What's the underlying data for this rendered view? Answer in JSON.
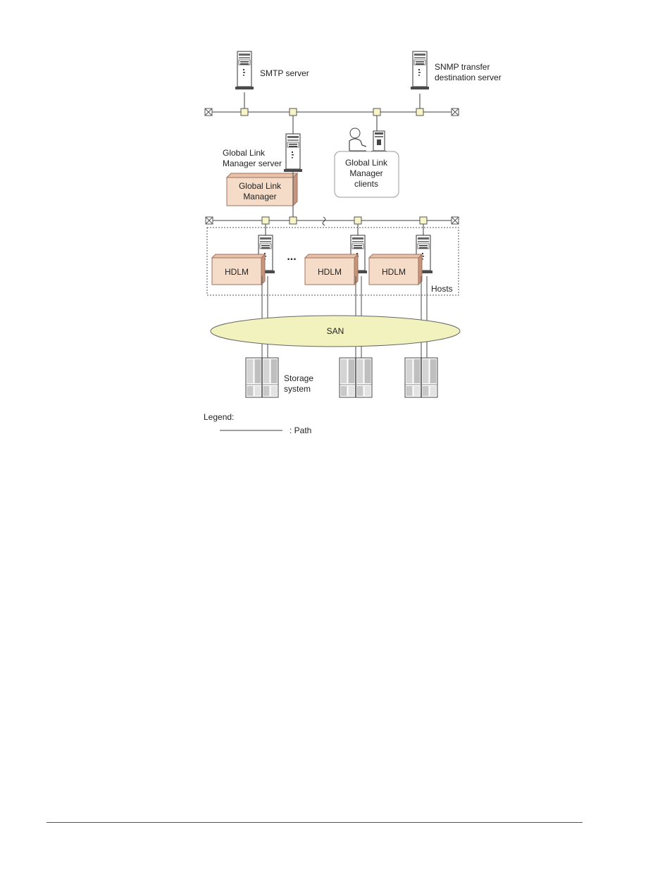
{
  "diagram": {
    "labels": {
      "smtp_server": "SMTP server",
      "snmp_line1": "SNMP transfer",
      "snmp_line2": "destination server",
      "glm_server_line1": "Global Link",
      "glm_server_line2": "Manager server",
      "glm_box_line1": "Global Link",
      "glm_box_line2": "Manager",
      "clients_line1": "Global Link",
      "clients_line2": "Manager",
      "clients_line3": "clients",
      "hdlm": "HDLM",
      "ellipsis": "...",
      "hosts": "Hosts",
      "san": "SAN",
      "storage_line1": "Storage",
      "storage_line2": "system",
      "legend_title": "Legend:",
      "legend_path": ": Path"
    },
    "colors": {
      "software_box": "#f5dcc8",
      "san_ellipse": "#f2f2be",
      "node": "#f7f5c8",
      "line": "#666666"
    },
    "icons": [
      "server-tower-icon",
      "user-icon",
      "workstation-icon",
      "storage-array-icon",
      "network-terminator-icon"
    ]
  }
}
